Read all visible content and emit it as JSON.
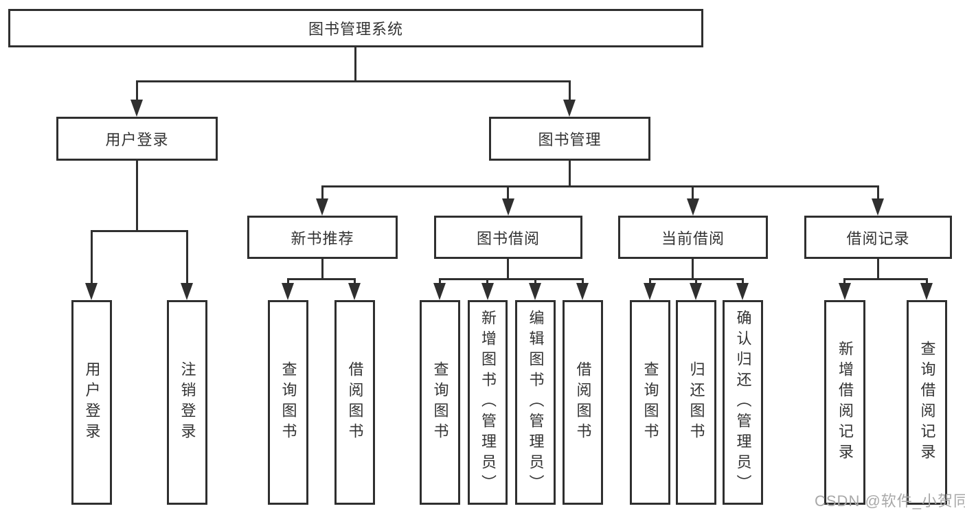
{
  "tree": {
    "label": "图书管理系统",
    "children": [
      {
        "label": "用户登录",
        "children": [
          {
            "label": "用户登录"
          },
          {
            "label": "注销登录"
          }
        ]
      },
      {
        "label": "图书管理",
        "children": [
          {
            "label": "新书推荐",
            "children": [
              {
                "label": "查询图书"
              },
              {
                "label": "借阅图书"
              }
            ]
          },
          {
            "label": "图书借阅",
            "children": [
              {
                "label": "查询图书"
              },
              {
                "label": "新增图书（管理员）"
              },
              {
                "label": "编辑图书（管理员）"
              },
              {
                "label": "借阅图书"
              }
            ]
          },
          {
            "label": "当前借阅",
            "children": [
              {
                "label": "查询图书"
              },
              {
                "label": "归还图书"
              },
              {
                "label": "确认归还（管理员）"
              }
            ]
          },
          {
            "label": "借阅记录",
            "children": [
              {
                "label": "新增借阅记录"
              },
              {
                "label": "查询借阅记录"
              }
            ]
          }
        ]
      }
    ]
  },
  "watermark": {
    "text": "CSDN @软件_小贺同学"
  },
  "colors": {
    "line": "#2f2f2f",
    "text": "#333333",
    "watermark": "#a8a8a8",
    "background": "#ffffff"
  }
}
